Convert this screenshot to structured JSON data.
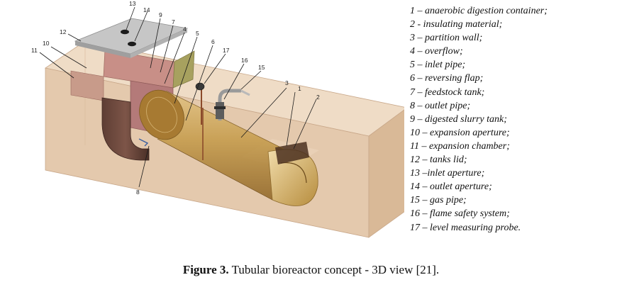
{
  "callouts": [
    "1",
    "2",
    "3",
    "4",
    "5",
    "6",
    "7",
    "8",
    "9",
    "10",
    "11",
    "12",
    "13",
    "14",
    "15",
    "16",
    "17"
  ],
  "legend": [
    "1 – anaerobic digestion container;",
    "2 - insulating material;",
    "3 – partition wall;",
    "4 – overflow;",
    "5 – inlet pipe;",
    "6 – reversing flap;",
    "7 – feedstock tank;",
    "8 – outlet pipe;",
    "9 – digested slurry tank;",
    "10 – expansion aperture;",
    "11 – expansion chamber;",
    "12 – tanks lid;",
    "13 –inlet aperture;",
    "14 – outlet aperture;",
    "15 – gas pipe;",
    "16 – flame safety system;",
    "17 – level measuring probe."
  ],
  "caption": {
    "label": "Figure 3.",
    "text": " Tubular bioreactor concept - 3D view [21]."
  },
  "colors": {
    "insulation": "#e4c9ad",
    "vessel": "#b98f3c",
    "lid": "#c6c6c6",
    "slurry_tank": "#b47a79",
    "feed_tank": "#9e9a56"
  }
}
